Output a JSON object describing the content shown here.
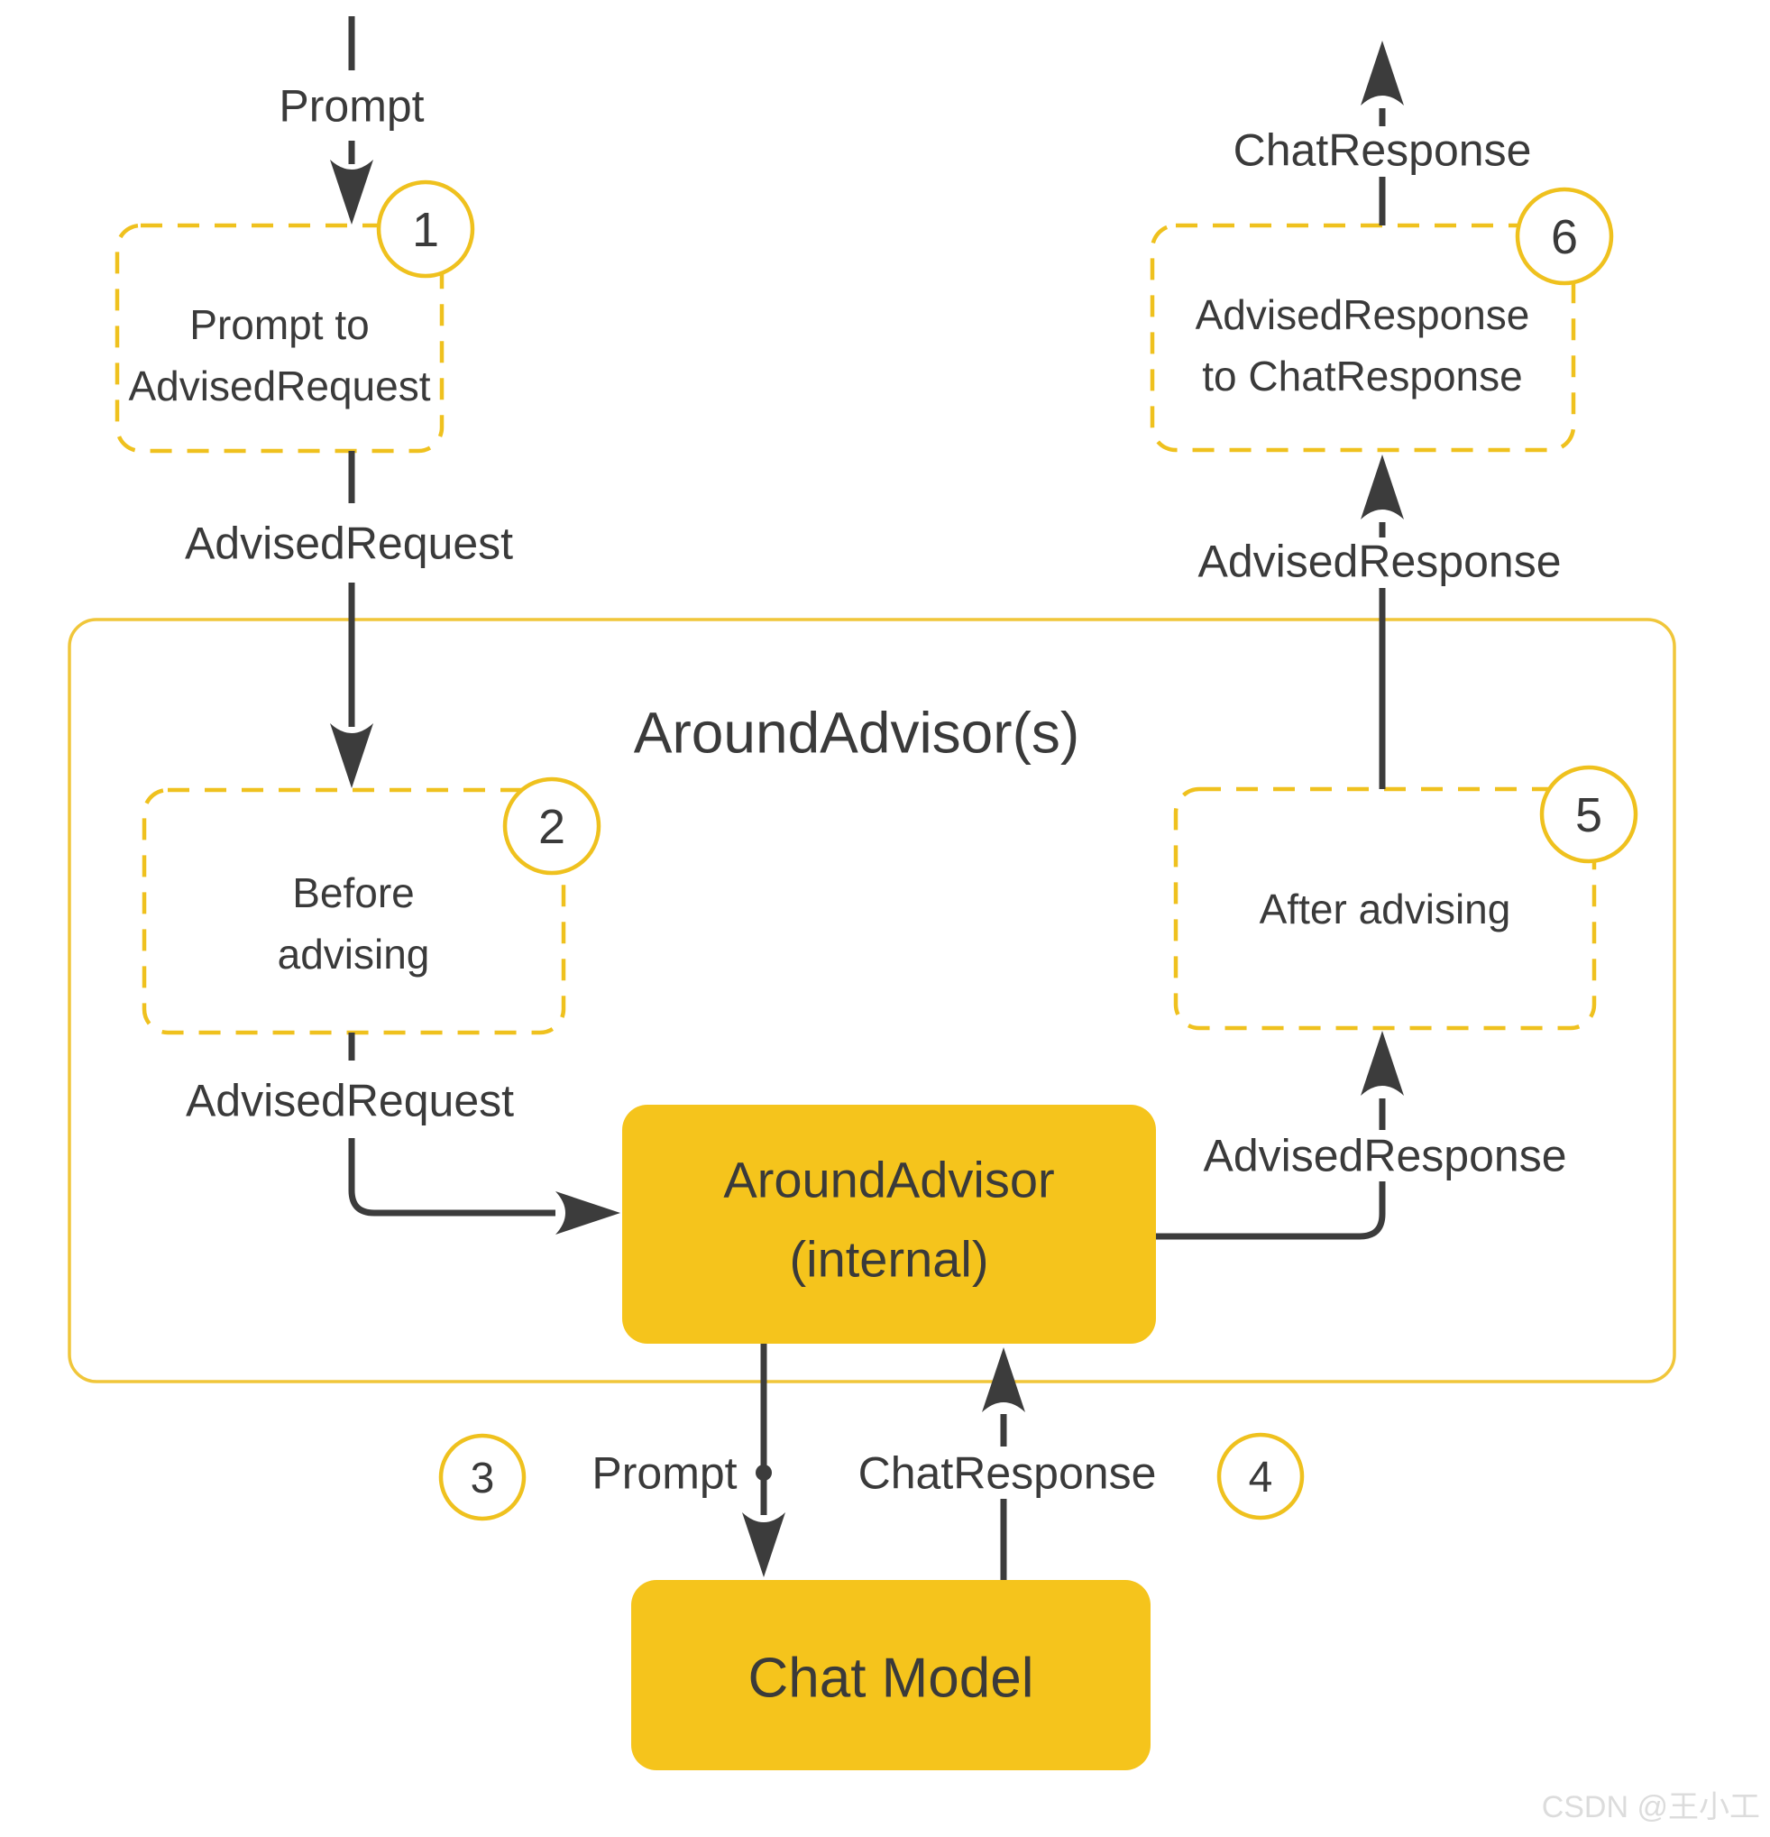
{
  "diagram": {
    "title": "AroundAdvisor(s)",
    "watermark": "CSDN @王小工"
  },
  "colors": {
    "node_fill": "#F5C41C",
    "outline_yellow": "#EFC11E",
    "container_border": "#F0C63A",
    "line_dark": "#3C3C3C",
    "text_dark": "#3A3A3A",
    "watermark_gray": "#DCDCDC"
  },
  "nodes": {
    "prompt_to_advised_request": {
      "badge": "1",
      "line1": "Prompt to",
      "line2": "AdvisedRequest"
    },
    "before_advising": {
      "badge": "2",
      "line1": "Before",
      "line2": "advising"
    },
    "after_advising": {
      "badge": "5",
      "label": "After advising"
    },
    "advised_response_to_chat_response": {
      "badge": "6",
      "line1": "AdvisedResponse",
      "line2": "to ChatResponse"
    },
    "around_advisor_internal": {
      "line1": "AroundAdvisor",
      "line2": "(internal)"
    },
    "chat_model": {
      "label": "Chat Model"
    }
  },
  "edges": {
    "prompt_in": {
      "label": "Prompt"
    },
    "advised_request_upper": {
      "label": "AdvisedRequest"
    },
    "advised_request_lower": {
      "label": "AdvisedRequest"
    },
    "advised_response_inner": {
      "label": "AdvisedResponse"
    },
    "advised_response_outer": {
      "label": "AdvisedResponse"
    },
    "chat_response_out": {
      "label": "ChatResponse"
    },
    "prompt_to_chat_model": {
      "label": "Prompt",
      "badge": "3"
    },
    "chat_response_from_chat_model": {
      "label": "ChatResponse",
      "badge": "4"
    }
  }
}
